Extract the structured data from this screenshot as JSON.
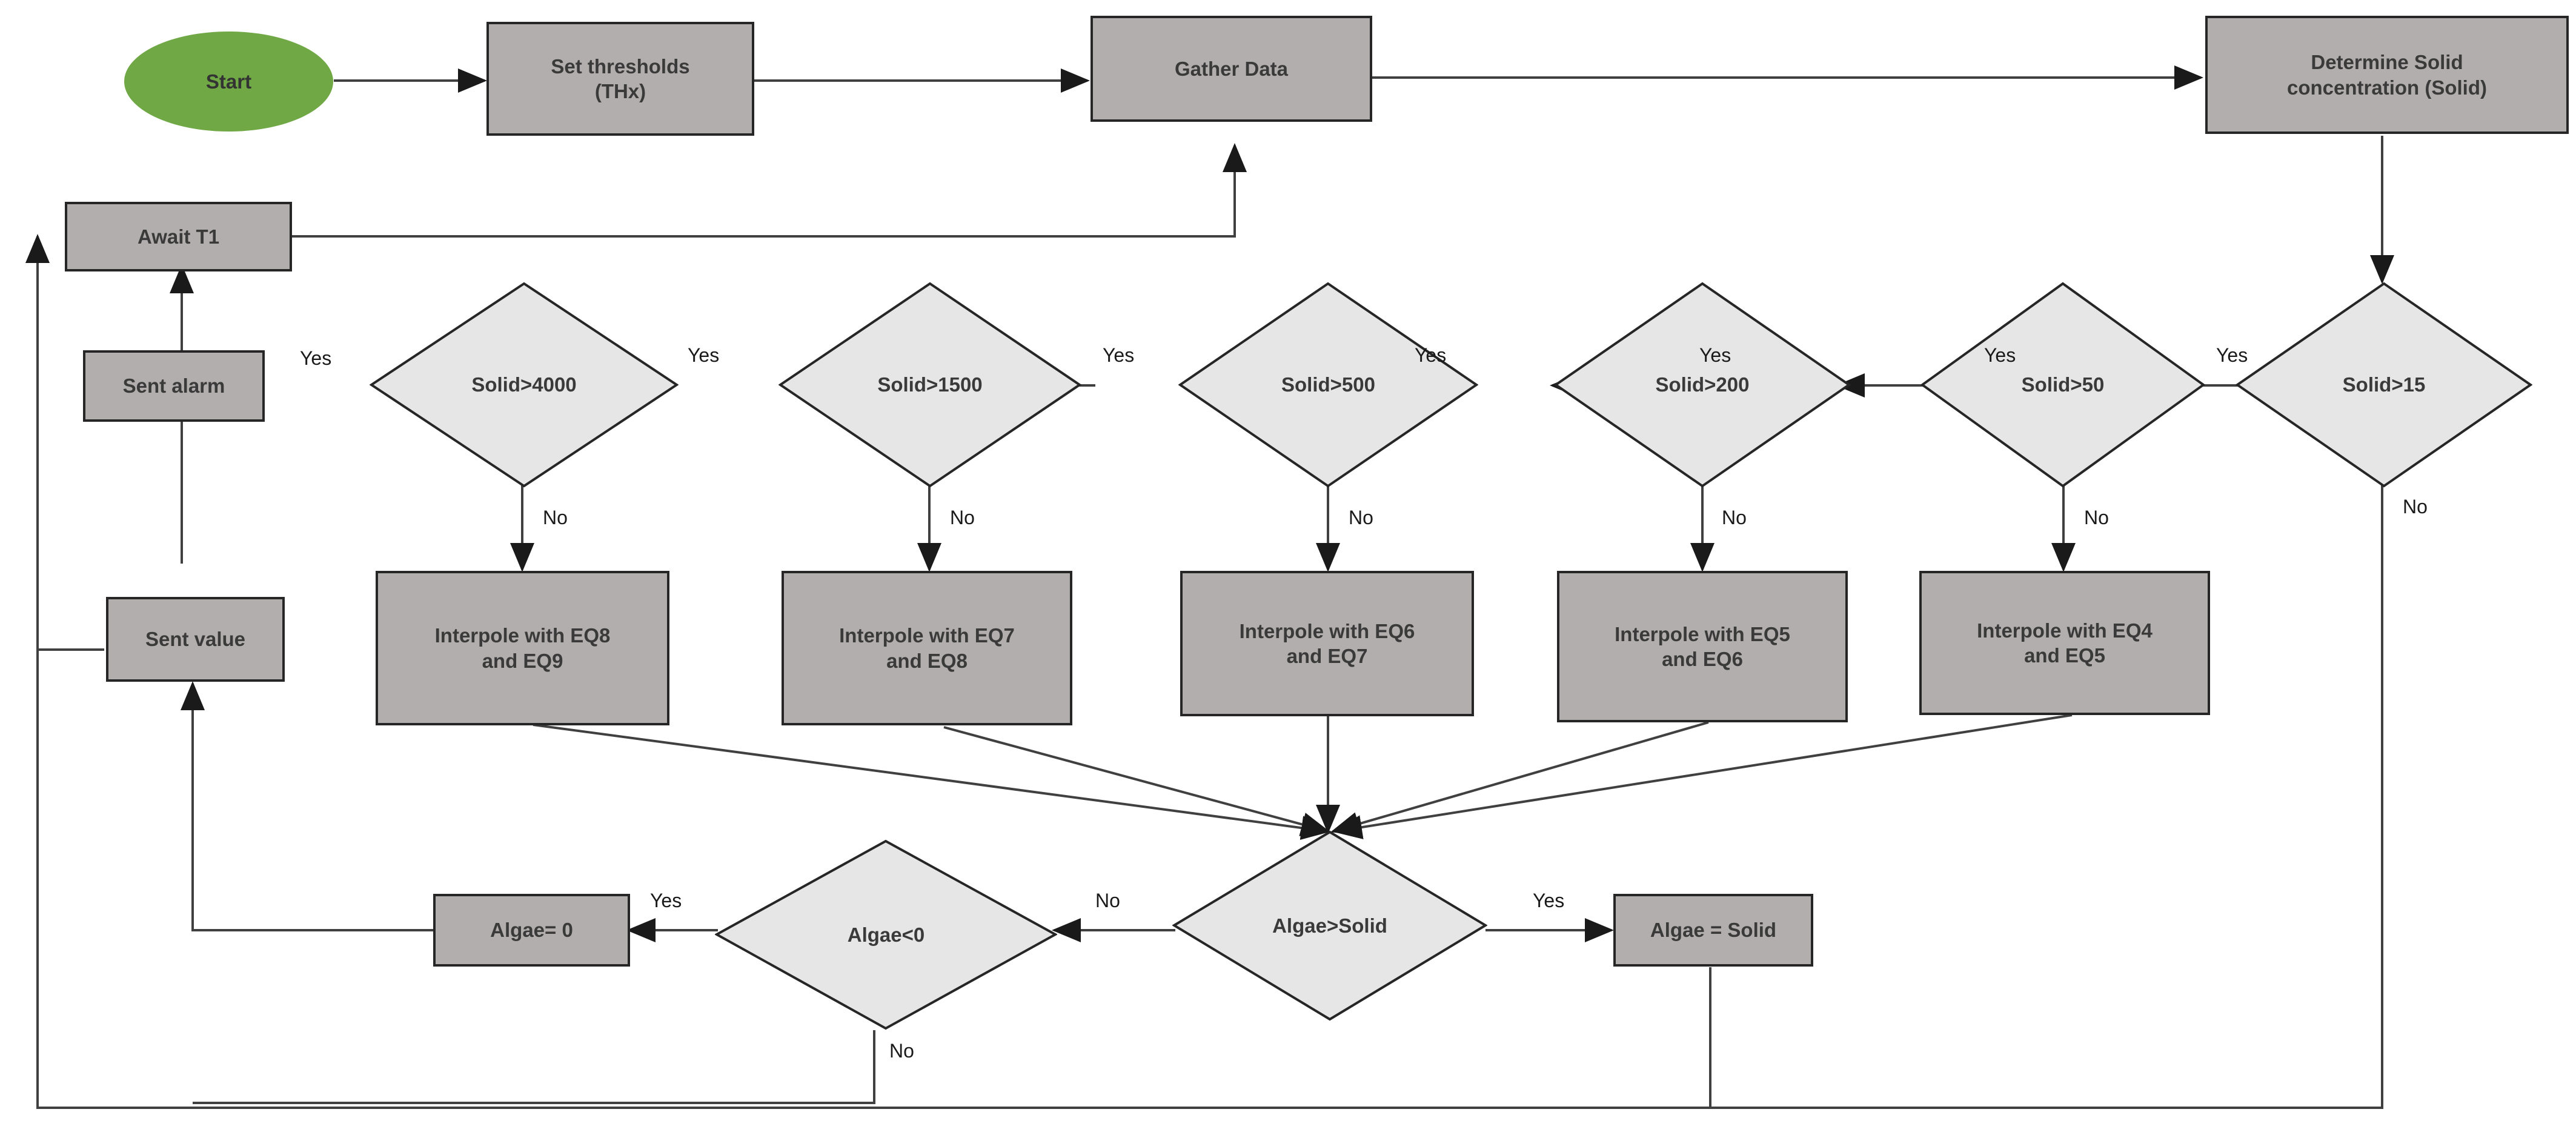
{
  "diagram": {
    "title": "Solid concentration and algae determination flowchart",
    "colors": {
      "process_fill": "#b3aeae",
      "decision_fill": "#e6e6e6",
      "start_fill": "#70a845",
      "stroke": "#262626",
      "text": "#3a3a3a",
      "background": "#ffffff"
    },
    "nodes": [
      {
        "id": "start",
        "type": "terminator",
        "label": "Start"
      },
      {
        "id": "set_thr",
        "type": "process",
        "label": "Set thresholds\n(THx)",
        "line1": "Set thresholds",
        "line2": "(THx)"
      },
      {
        "id": "gather",
        "type": "process",
        "label": "Gather Data"
      },
      {
        "id": "determine",
        "type": "process",
        "label": "Determine Solid\nconcentration (Solid)",
        "line1": "Determine Solid",
        "line2": "concentration (Solid)"
      },
      {
        "id": "await_t1",
        "type": "process",
        "label": "Await T1"
      },
      {
        "id": "sent_alarm",
        "type": "process",
        "label": "Sent alarm"
      },
      {
        "id": "sent_value",
        "type": "process",
        "label": "Sent value"
      },
      {
        "id": "d_4000",
        "type": "decision",
        "label": "Solid>4000"
      },
      {
        "id": "d_1500",
        "type": "decision",
        "label": "Solid>1500"
      },
      {
        "id": "d_500",
        "type": "decision",
        "label": "Solid>500"
      },
      {
        "id": "d_200",
        "type": "decision",
        "label": "Solid>200"
      },
      {
        "id": "d_50",
        "type": "decision",
        "label": "Solid>50"
      },
      {
        "id": "d_15",
        "type": "decision",
        "label": "Solid>15"
      },
      {
        "id": "eq89",
        "type": "process",
        "label": "Interpole with EQ8\nand EQ9",
        "line1": "Interpole with EQ8",
        "line2": "and EQ9"
      },
      {
        "id": "eq78",
        "type": "process",
        "label": "Interpole with EQ7\nand EQ8",
        "line1": "Interpole with EQ7",
        "line2": "and EQ8"
      },
      {
        "id": "eq67",
        "type": "process",
        "label": "Interpole with EQ6\nand EQ7",
        "line1": "Interpole with EQ6",
        "line2": "and EQ7"
      },
      {
        "id": "eq56",
        "type": "process",
        "label": "Interpole with EQ5\nand EQ6",
        "line1": "Interpole with EQ5",
        "line2": "and EQ6"
      },
      {
        "id": "eq45",
        "type": "process",
        "label": "Interpole with EQ4\nand EQ5",
        "line1": "Interpole with EQ4",
        "line2": "and EQ5"
      },
      {
        "id": "algae_zero",
        "type": "process",
        "label": "Algae= 0"
      },
      {
        "id": "d_algae_lt0",
        "type": "decision",
        "label": "Algae<0"
      },
      {
        "id": "d_algae_gt",
        "type": "decision",
        "label": "Algae>Solid"
      },
      {
        "id": "algae_solid",
        "type": "process",
        "label": "Algae = Solid"
      }
    ],
    "edge_labels": [
      {
        "id": "yes_4000",
        "text": "Yes"
      },
      {
        "id": "yes_1500",
        "text": "Yes"
      },
      {
        "id": "yes_500",
        "text": "Yes"
      },
      {
        "id": "yes_200",
        "text": "Yes"
      },
      {
        "id": "yes_50",
        "text": "Yes"
      },
      {
        "id": "yes_15",
        "text": "Yes"
      },
      {
        "id": "no_4000",
        "text": "No"
      },
      {
        "id": "no_1500",
        "text": "No"
      },
      {
        "id": "no_500",
        "text": "No"
      },
      {
        "id": "no_200",
        "text": "No"
      },
      {
        "id": "no_50",
        "text": "No"
      },
      {
        "id": "no_15",
        "text": "No"
      },
      {
        "id": "yes_algae_lt0",
        "text": "Yes"
      },
      {
        "id": "no_algae_lt0",
        "text": "No"
      },
      {
        "id": "no_algae_gt",
        "text": "No"
      },
      {
        "id": "yes_algae_gt",
        "text": "Yes"
      }
    ]
  }
}
